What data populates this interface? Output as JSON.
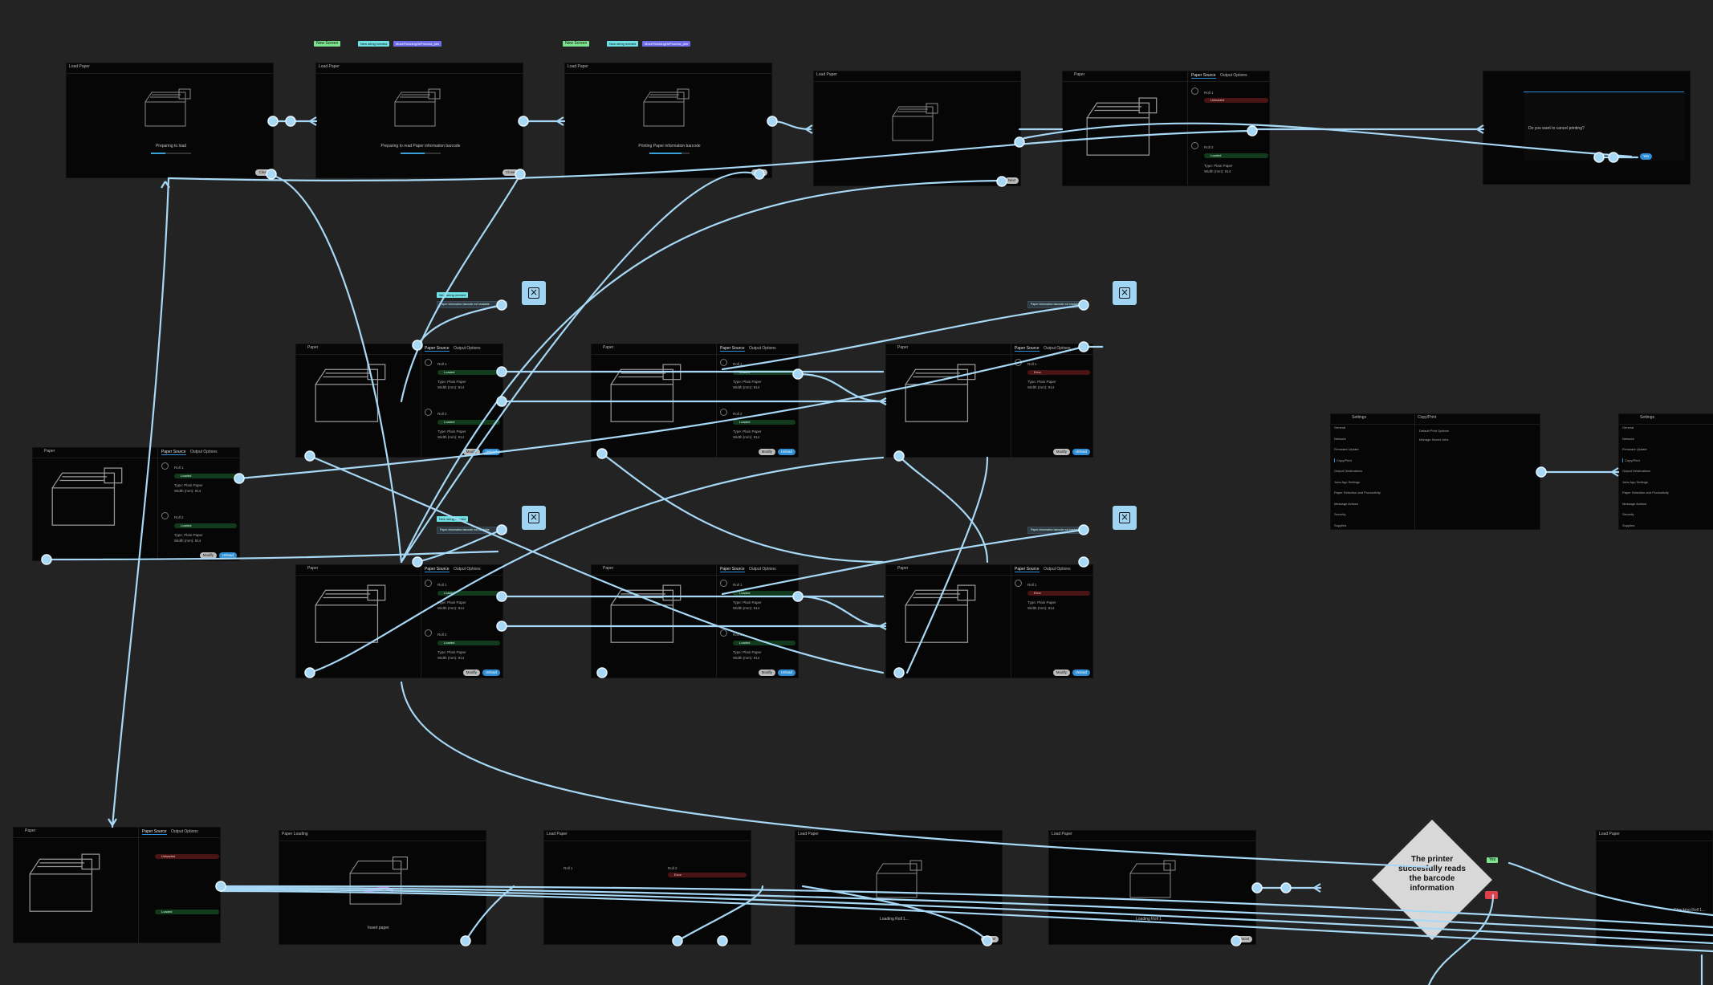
{
  "top_tags": [
    {
      "label": "New Screen",
      "style": "green"
    },
    {
      "label": "New string needed",
      "style": "cyan"
    },
    {
      "label": "MoveFinishingHeProcess_pen",
      "style": "purple"
    },
    {
      "label": "New Screen",
      "style": "green"
    },
    {
      "label": "New string needed",
      "style": "cyan"
    },
    {
      "label": "MoveFinishingHeProcess_pen",
      "style": "purple"
    }
  ],
  "load_paper_frames": [
    {
      "title": "Load Paper",
      "caption": "Preparing to load",
      "button": "Close",
      "progress": 0.35
    },
    {
      "title": "Load Paper",
      "caption": "Preparing to read Paper information barcode",
      "button": "Close",
      "progress": 0.6
    },
    {
      "title": "Load Paper",
      "caption": "Printing Paper information barcode",
      "button": "Close",
      "progress": 0.8
    },
    {
      "title": "Load Paper",
      "caption": "",
      "button": "Next",
      "progress": 0.0
    }
  ],
  "paper_frame_top": {
    "title": "Paper",
    "tabs": [
      "Paper Source",
      "Output Options"
    ],
    "roll1": "Roll 1",
    "roll1_status": "Unloaded",
    "roll2": "Roll 2",
    "roll2_status": "Loaded",
    "roll2_type": "Type: Plain Paper",
    "roll2_width": "Width (mm): 914"
  },
  "confirm_dialog": {
    "text": "Do you want to cancel printing?",
    "button": "Yes"
  },
  "notes": [
    {
      "tag": "New string needed",
      "text": "Paper information barcode not readable"
    },
    {
      "tag": "",
      "text": "Paper information barcode not readable"
    },
    {
      "tag": "New string needed",
      "text": "Paper information barcode not readable"
    },
    {
      "tag": "",
      "text": "Paper information barcode not readable"
    }
  ],
  "paper_grid": {
    "title": "Paper",
    "tabs": [
      "Paper Source",
      "Output Options"
    ],
    "roll1": "Roll 1",
    "roll2": "Roll 2",
    "status_loaded": "Loaded",
    "status_error": "Error",
    "type": "Type: Plain Paper",
    "width": "Width (mm): 914",
    "modify": "Modify",
    "unload": "Unload"
  },
  "settings_left": {
    "header": "Settings",
    "panel_title": "Copy/Print",
    "items": [
      "General",
      "Network",
      "Firmware Update",
      "Copy/Print",
      "Output Destinations",
      "Jobs App Settings",
      "Paper Selection and Productivity",
      "Message Actions",
      "Security",
      "Supplies"
    ],
    "right_items": [
      "Default Print Options",
      "Manage Saved Jobs"
    ]
  },
  "settings_right": {
    "header": "Settings",
    "items": [
      "General",
      "Network",
      "Firmware Update",
      "Copy/Print",
      "Output Destinations",
      "Jobs App Settings",
      "Paper Selection and Productivity",
      "Message Actions",
      "Security",
      "Supplies"
    ]
  },
  "bottom_frames": [
    {
      "title": "Paper"
    },
    {
      "title": "Paper Loading",
      "caption": "Insert paper"
    },
    {
      "title": "Load Paper",
      "roll1": "Roll 1",
      "roll2": "Roll 2",
      "status": "Error"
    },
    {
      "title": "Load Paper",
      "caption": "Loading Roll 1...",
      "button": "Cancel"
    },
    {
      "title": "Load Paper",
      "caption": "Loading Roll 1",
      "button": "Cancel"
    },
    {
      "title": "Load Paper",
      "caption": "Checking Roll 1..."
    }
  ],
  "decision": {
    "text": "The printer succesfully reads the barcode information",
    "yes": "Yes"
  },
  "colors": {
    "wire": "#a7d8f5",
    "accent": "#2f8fd6",
    "bg": "#232323"
  }
}
